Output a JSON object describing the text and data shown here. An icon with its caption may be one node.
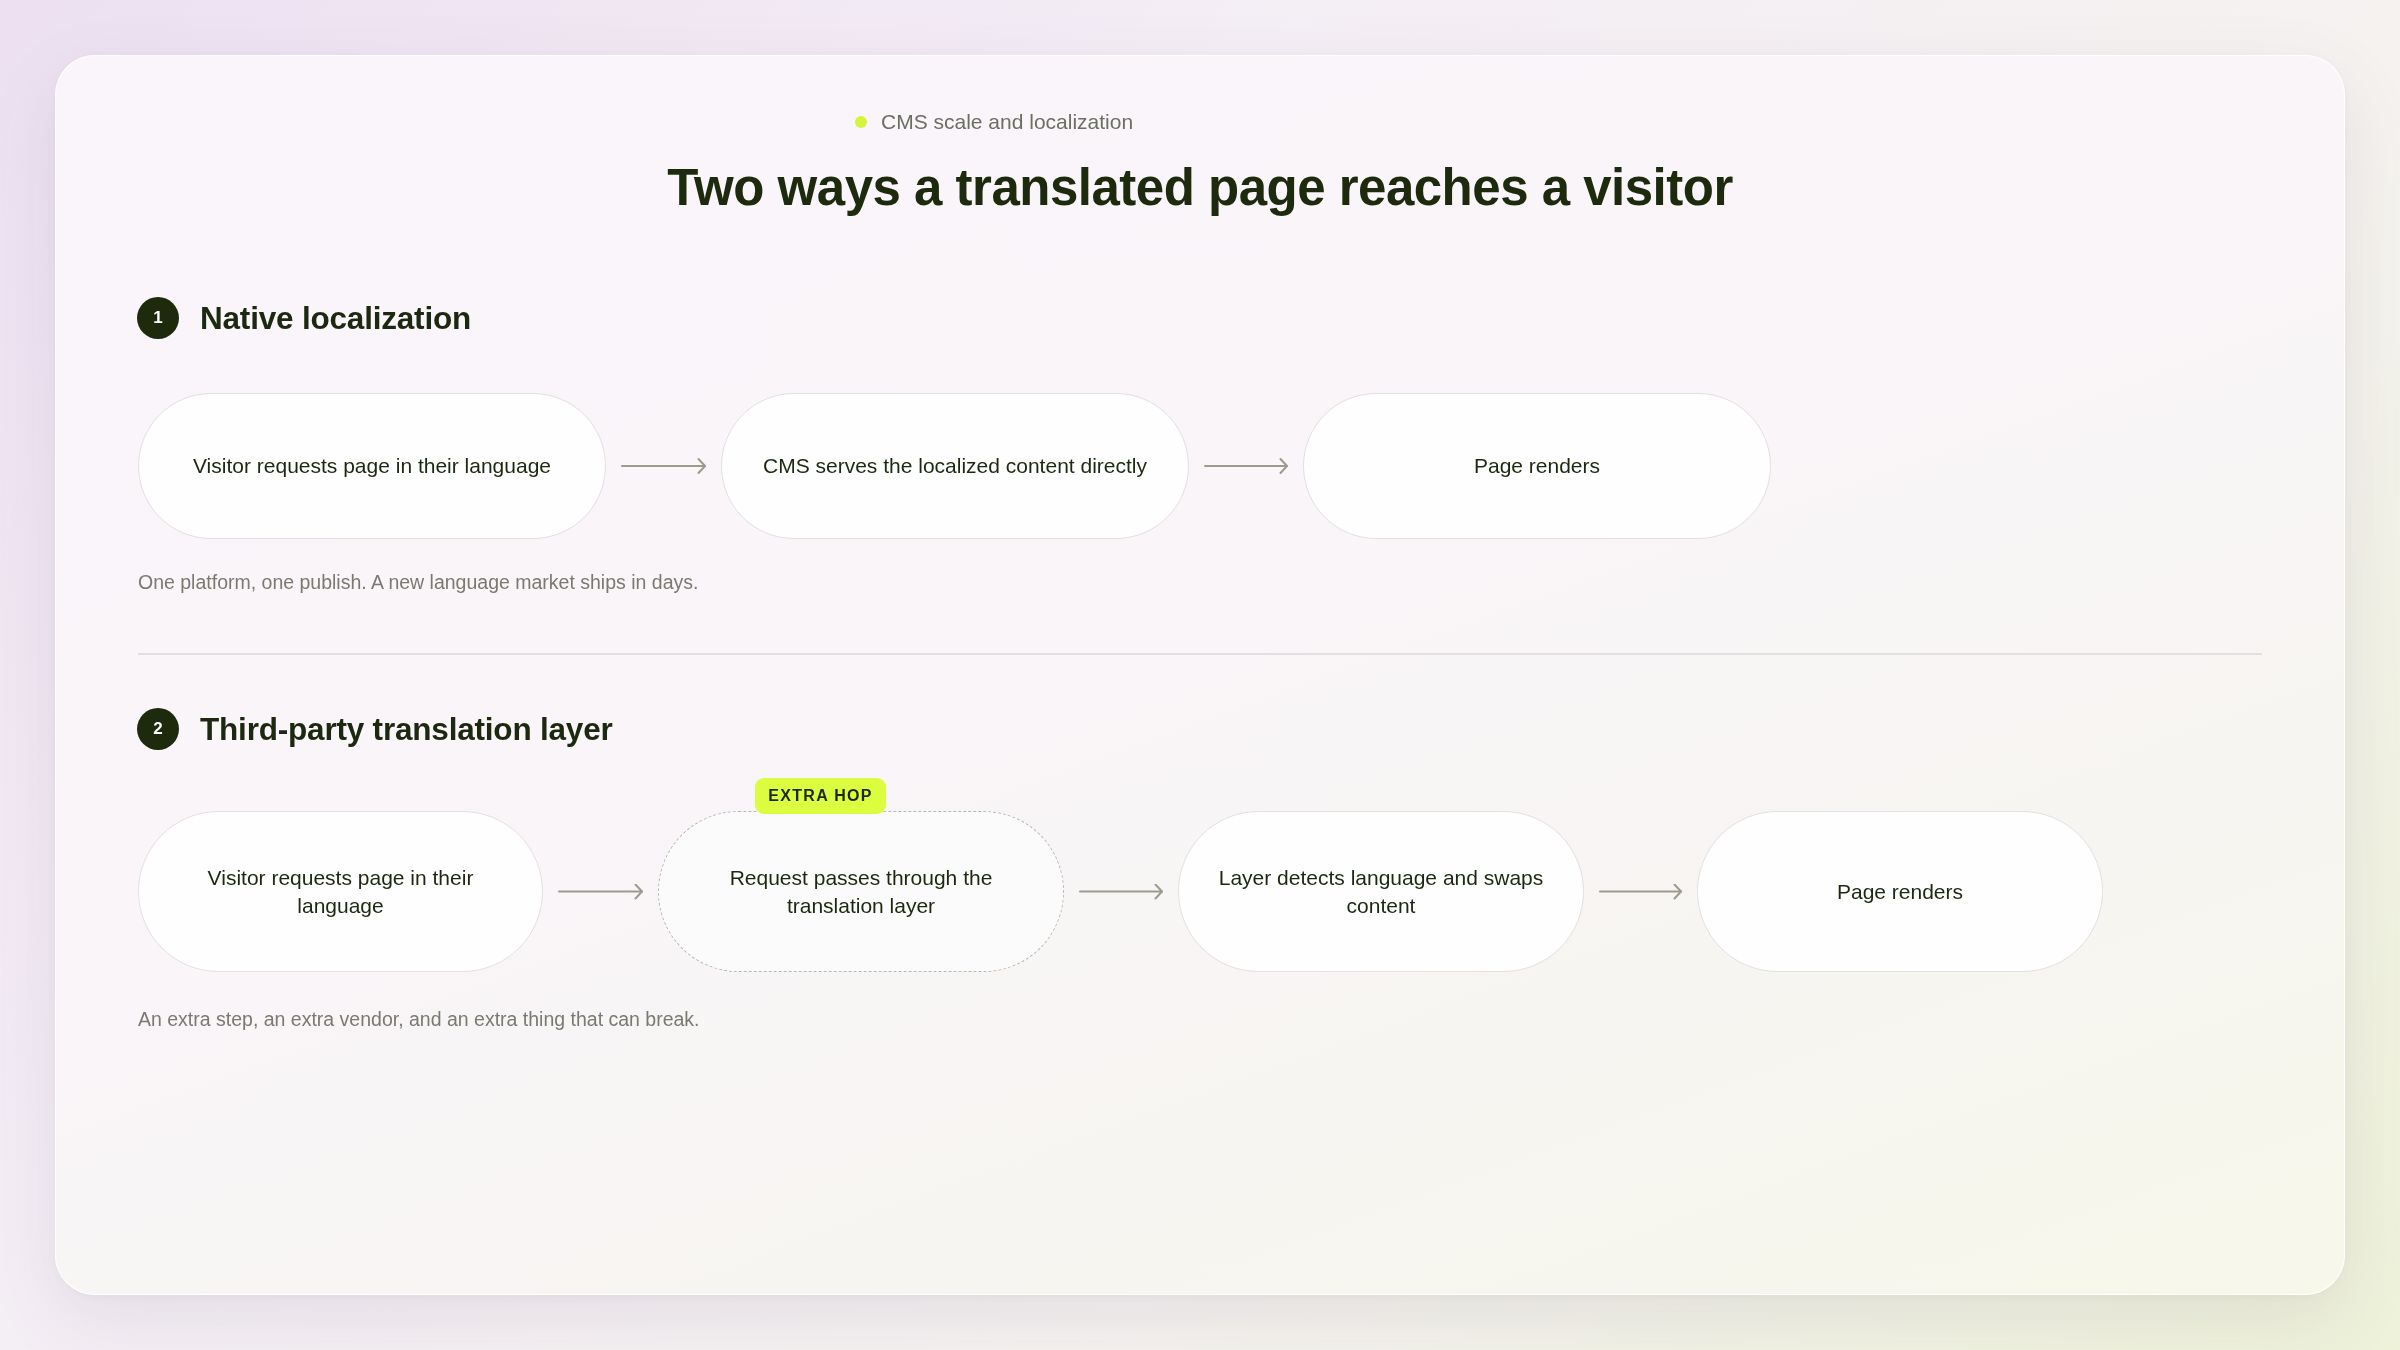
{
  "diagram": {
    "title": "Two ways a translated page reaches a visitor",
    "nodes": [
      {
        "text": [
          "Visitor requests page in their language"
        ]
      },
      {
        "text": [
          "CMS serves the localized content directly"
        ]
      },
      {
        "text": [
          "Page renders"
        ]
      },
      {
        "text": [
          "Visitor requests page in their language"
        ]
      },
      {
        "text": [
          "Request passes through the translation layer"
        ],
        "beside": [
          "EXTRA HOP"
        ]
      },
      {
        "text": [
          "Layer detects language and swaps content"
        ]
      },
      {
        "text": [
          "Page renders"
        ]
      }
    ],
    "edges": [
      {
        "from": 0,
        "to": 1,
        "arrow": "to"
      },
      {
        "from": 1,
        "to": 2,
        "arrow": "to"
      },
      {
        "from": 3,
        "to": 4,
        "arrow": "to"
      },
      {
        "from": 4,
        "to": 5,
        "arrow": "to"
      },
      {
        "from": 5,
        "to": 6,
        "arrow": "to"
      }
    ],
    "labels": [
      "CMS scale and localization",
      "1",
      "Native localization",
      "One platform, one publish. A new language market ships in days.",
      "2",
      "Third-party translation layer",
      "An extra step, an extra vendor, and an extra thing that can break."
    ]
  }
}
